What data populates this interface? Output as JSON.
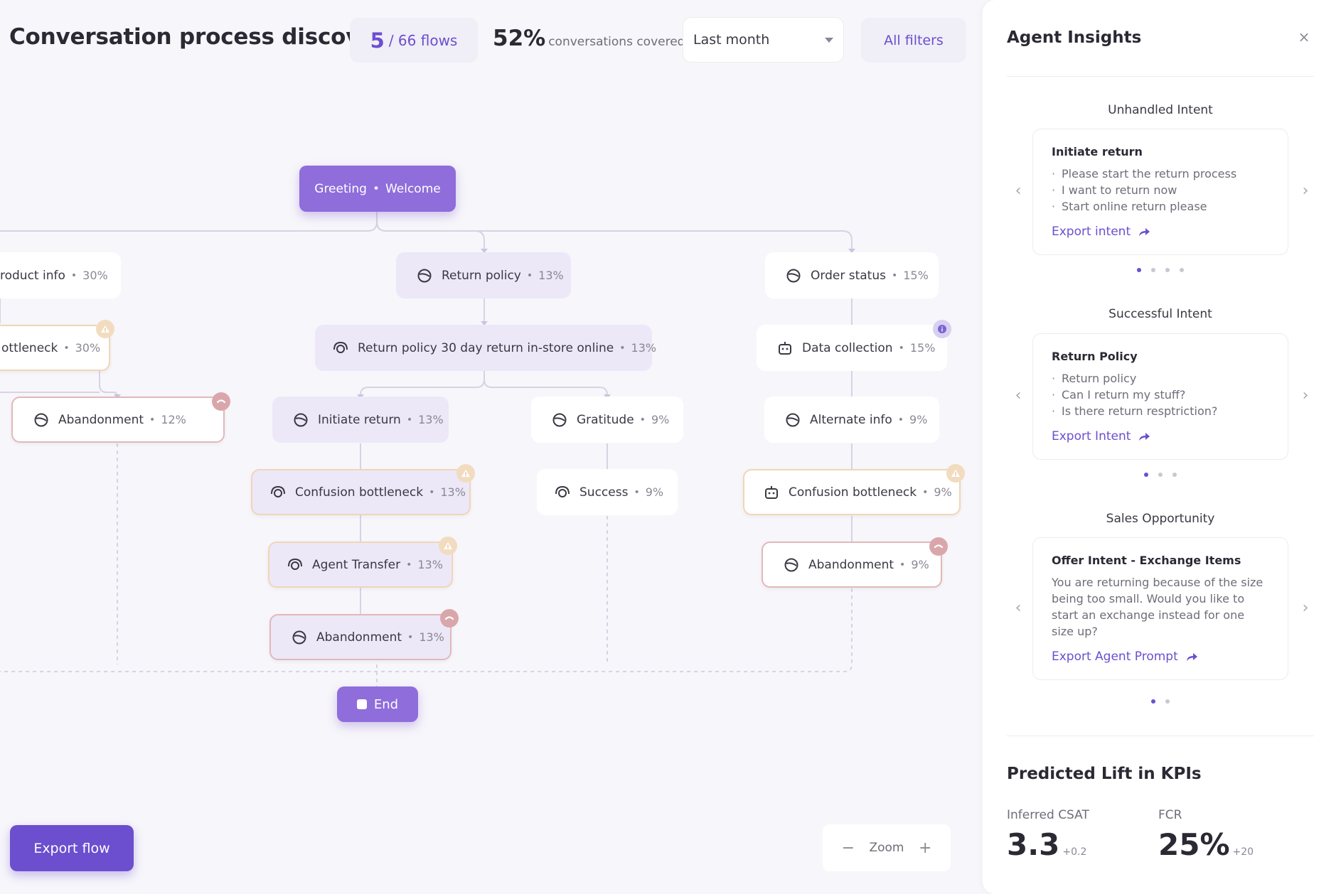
{
  "header": {
    "title": "Conversation process discovery",
    "flows_count": "5",
    "flows_total": "/ 66 flows",
    "coverage_value": "52%",
    "coverage_label": "conversations covered",
    "period": "Last month",
    "filters_label": "All filters"
  },
  "flow": {
    "greeting": {
      "label": "Greeting",
      "sub": "Welcome"
    },
    "nodes": {
      "product_info": {
        "label": "roduct info",
        "pct": "30%"
      },
      "bottleneck_left": {
        "label": "ottleneck",
        "pct": "30%"
      },
      "abandonment_left": {
        "label": "Abandonment",
        "pct": "12%"
      },
      "return_policy": {
        "label": "Return policy",
        "pct": "13%"
      },
      "return_policy_30": {
        "label": "Return policy 30 day return in-store online",
        "pct": "13%"
      },
      "initiate_return": {
        "label": "Initiate return",
        "pct": "13%"
      },
      "confusion_mid": {
        "label": "Confusion bottleneck",
        "pct": "13%"
      },
      "agent_transfer": {
        "label": "Agent Transfer",
        "pct": "13%"
      },
      "abandonment_mid": {
        "label": "Abandonment",
        "pct": "13%"
      },
      "gratitude": {
        "label": "Gratitude",
        "pct": "9%"
      },
      "success": {
        "label": "Success",
        "pct": "9%"
      },
      "order_status": {
        "label": "Order status",
        "pct": "15%"
      },
      "data_collection": {
        "label": "Data collection",
        "pct": "15%"
      },
      "alternate_info": {
        "label": "Alternate info",
        "pct": "9%"
      },
      "confusion_right": {
        "label": "Confusion bottleneck",
        "pct": "9%"
      },
      "abandonment_right": {
        "label": "Abandonment",
        "pct": "9%"
      }
    },
    "end_label": "End"
  },
  "controls": {
    "export_flow": "Export flow",
    "zoom_label": "Zoom",
    "zoom_out": "−",
    "zoom_in": "+"
  },
  "panel": {
    "title": "Agent Insights",
    "close": "×",
    "sections": [
      {
        "title": "Unhandled Intent",
        "card_title": "Initiate return",
        "items": [
          "Please start the return process",
          "I want to return now",
          "Start online return please"
        ],
        "link": "Export intent"
      },
      {
        "title": "Successful Intent",
        "card_title": "Return Policy",
        "items": [
          "Return policy",
          "Can I return my stuff?",
          "Is there return resptriction?"
        ],
        "link": "Export Intent"
      },
      {
        "title": "Sales Opportunity",
        "card_title": "Offer Intent - Exchange Items",
        "body": "You are returning because of the size being too small. Would you like to start an exchange instead for one size up?",
        "link": "Export Agent Prompt"
      }
    ],
    "kpi": {
      "title": "Predicted Lift in KPIs",
      "csat_label": "Inferred CSAT",
      "csat_value": "3.3",
      "csat_delta": "+0.2",
      "fcr_label": "FCR",
      "fcr_value": "25%",
      "fcr_delta": "+20"
    }
  },
  "colors": {
    "accent": "#6b4fcf",
    "node_purple": "#ece8f8",
    "warn": "#f2dcc0",
    "stop": "#d9a7ab"
  }
}
